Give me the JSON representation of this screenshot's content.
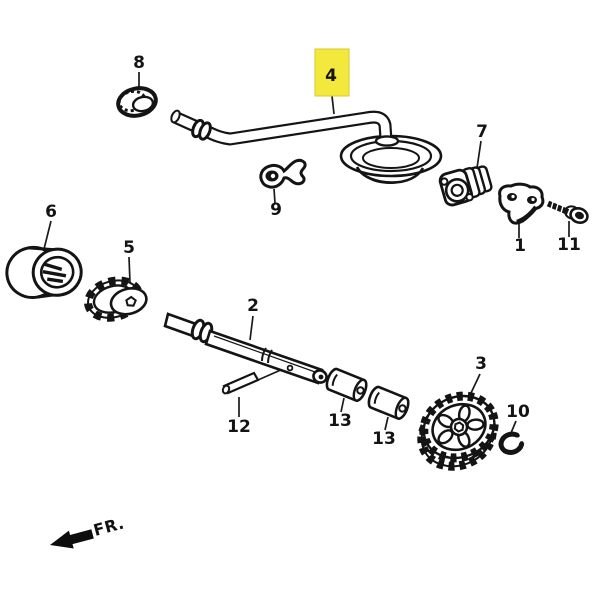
{
  "page": {
    "background": "#ffffff"
  },
  "diagram": {
    "line_color": "#141414",
    "highlight": {
      "color": "#f2e93c",
      "border": "#d8ca2a"
    },
    "fr_arrow": {
      "text": "FR."
    },
    "labels": [
      {
        "id": "part-8",
        "text": "8"
      },
      {
        "id": "part-4",
        "text": "4",
        "highlighted": true
      },
      {
        "id": "part-7",
        "text": "7"
      },
      {
        "id": "part-9",
        "text": "9"
      },
      {
        "id": "part-1",
        "text": "1"
      },
      {
        "id": "part-11",
        "text": "11"
      },
      {
        "id": "part-6",
        "text": "6"
      },
      {
        "id": "part-5",
        "text": "5"
      },
      {
        "id": "part-2",
        "text": "2"
      },
      {
        "id": "part-12",
        "text": "12"
      },
      {
        "id": "part-13a",
        "text": "13"
      },
      {
        "id": "part-13b",
        "text": "13"
      },
      {
        "id": "part-3",
        "text": "3"
      },
      {
        "id": "part-10",
        "text": "10"
      }
    ]
  }
}
